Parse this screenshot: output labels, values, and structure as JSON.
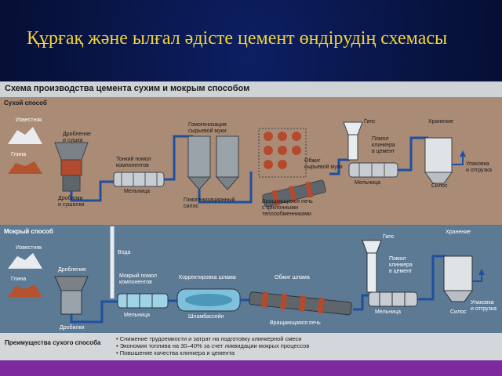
{
  "slide": {
    "title": "Құрғақ және ылғал әдісте цемент өндірудің схемасы"
  },
  "diagram": {
    "header": "Схема производства цемента сухим и мокрым способом",
    "dry": {
      "section": "Сухой способ",
      "limestone": "Известняк",
      "clay": "Глина",
      "crushing": "Дробление\nи сушка",
      "crusher_dryer": "Дробилки\nи сушилки",
      "fine_grinding": "Тонкий помол\nкомпонентов",
      "mill": "Мельница",
      "homogenization": "Гомогенизация\nсырьевой муки",
      "homo_silo": "Гомогенизационный\nсилос",
      "firing": "Обжиг\nсырьевой муки",
      "kiln": "Вращающаяся печь\nс циклонными\nтеплообменниками",
      "gypsum": "Гипс",
      "clinker_grinding": "Помол\nклинкера\nв цемент",
      "mill2": "Мельница",
      "storage": "Хранение",
      "silo": "Силос",
      "packing": "Упаковка\nи отгрузка"
    },
    "wet": {
      "section": "Мокрый способ",
      "limestone": "Известняк",
      "clay": "Глина",
      "water": "Вода",
      "crushing": "Дробление",
      "crushers": "Дробилки",
      "wet_grinding": "Мокрый помол\nкомпонентов",
      "mill": "Мельница",
      "slurry_correction": "Корректировка шлама",
      "slurry_basin": "Шламбассейн",
      "slurry_firing": "Обжиг шлама",
      "kiln": "Вращающаяся печь",
      "gypsum": "Гипс",
      "clinker_grinding": "Помол\nклинкера\nв цемент",
      "mill2": "Мельница",
      "storage": "Хранение",
      "silo": "Силос",
      "packing": "Упаковка\nи отгрузка"
    },
    "advantages": {
      "title": "Преимущества сухого способа",
      "items": [
        "• Снижение трудоемкости и затрат на подготовку клинкерной смеси",
        "• Экономия топлива на 30–40% за счет ликвидации мокрых процессов",
        "• Повышение качества клинкера и цемента"
      ]
    }
  }
}
